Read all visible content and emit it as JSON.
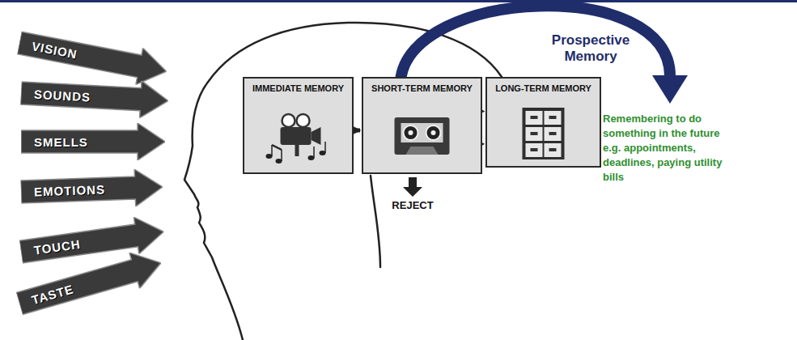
{
  "diagram": {
    "nodes": [
      {
        "text": [
          "VISION"
        ]
      },
      {
        "text": [
          "SOUNDS"
        ]
      },
      {
        "text": [
          "SMELLS"
        ]
      },
      {
        "text": [
          "EMOTIONS"
        ]
      },
      {
        "text": [
          "TOUCH"
        ]
      },
      {
        "text": [
          "TASTE"
        ]
      },
      {
        "text": [
          "IMMEDIATE MEMORY"
        ]
      },
      {
        "text": [
          "SHORT-TERM MEMORY"
        ]
      },
      {
        "text": [
          "LONG-TERM MEMORY"
        ]
      }
    ],
    "edges": [
      {
        "from": 6,
        "to": 7,
        "arrow": "to"
      },
      {
        "from": 7,
        "to": 8,
        "arrow": "to"
      },
      {
        "from": 8,
        "to": 7,
        "arrow": "to"
      }
    ],
    "labels": [
      "REJECT",
      "Prospective Memory",
      "Remembering to do something in the future e.g. appointments, deadlines, paying utility bills"
    ]
  }
}
